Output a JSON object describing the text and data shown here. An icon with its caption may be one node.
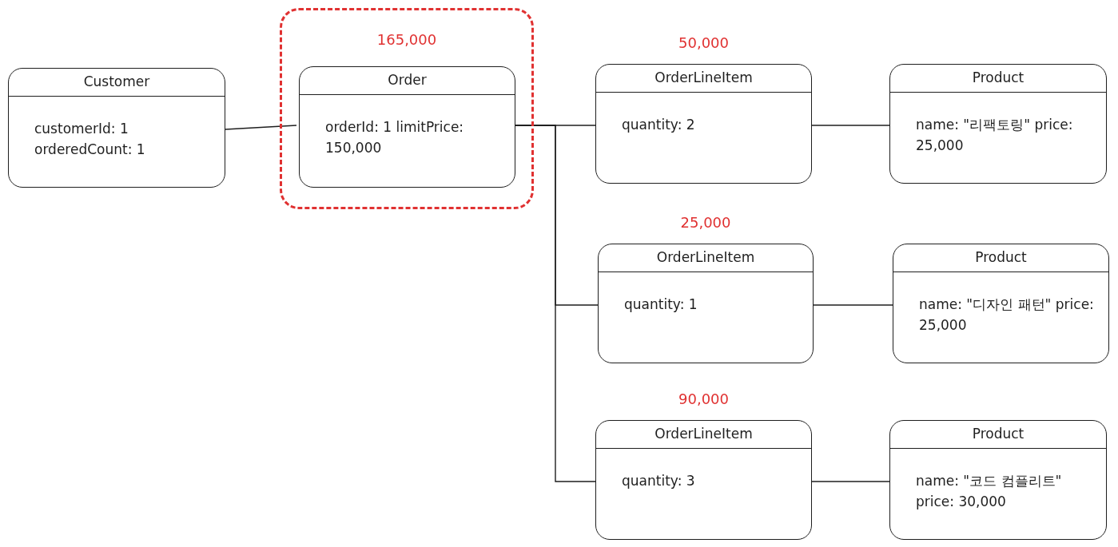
{
  "diagram": {
    "nodes": [
      {
        "text": [
          "Customer",
          "customerId: 1 orderedCount: 1"
        ]
      },
      {
        "text": [
          "165,000"
        ]
      },
      {
        "text": [
          "Order",
          "orderId: 1 limitPrice: 150,000"
        ],
        "in": 1
      },
      {
        "text": [
          "OrderLineItem",
          "quantity: 2"
        ],
        "beside": [
          "50,000"
        ]
      },
      {
        "text": [
          "Product",
          "name: \"리팩토링\" price: 25,000"
        ]
      },
      {
        "text": [
          "OrderLineItem",
          "quantity: 1"
        ],
        "beside": [
          "25,000"
        ]
      },
      {
        "text": [
          "Product",
          "name: \"디자인 패턴\" price: 25,000"
        ]
      },
      {
        "text": [
          "OrderLineItem",
          "quantity: 3"
        ],
        "beside": [
          "90,000"
        ]
      },
      {
        "text": [
          "Product",
          "name: \"코드 컴플리트\" price: 30,000"
        ]
      }
    ],
    "edges": [
      {
        "from": 0,
        "to": 2,
        "arrow": "none"
      },
      {
        "from": 2,
        "to": 3,
        "arrow": "none"
      },
      {
        "from": 2,
        "to": 5,
        "arrow": "none"
      },
      {
        "from": 2,
        "to": 7,
        "arrow": "none"
      },
      {
        "from": 3,
        "to": 4,
        "arrow": "none"
      },
      {
        "from": 5,
        "to": 6,
        "arrow": "none"
      },
      {
        "from": 7,
        "to": 8,
        "arrow": "none"
      }
    ]
  }
}
